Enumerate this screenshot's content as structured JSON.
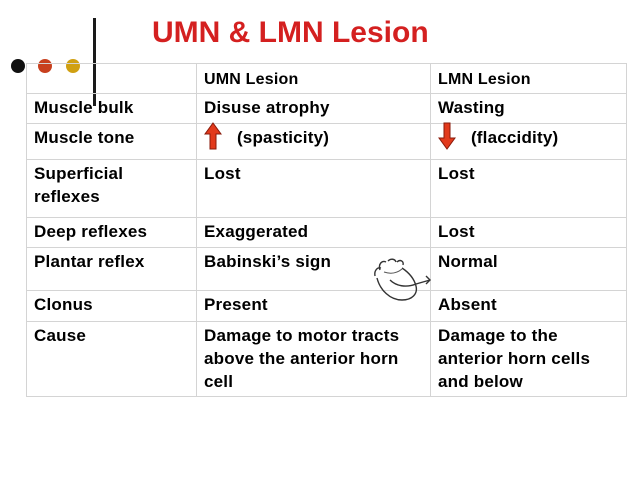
{
  "slide": {
    "title": "UMN & LMN Lesion",
    "title_color": "#d42020",
    "dot_colors": [
      "#111111",
      "#c8401e",
      "#d0a012"
    ]
  },
  "table": {
    "columns": [
      "",
      "UMN Lesion",
      "LMN Lesion"
    ],
    "rows": [
      {
        "label": "Muscle bulk",
        "umn": "Disuse atrophy",
        "lmn": "Wasting"
      },
      {
        "label": "Muscle tone",
        "umn": "(spasticity)",
        "lmn": "(flaccidity)",
        "umn_icon": "up-arrow-icon",
        "lmn_icon": "down-arrow-icon",
        "arrow_color": "#e23a1c"
      },
      {
        "label": "Superficial reflexes",
        "umn": "Lost",
        "lmn": "Lost"
      },
      {
        "label": "Deep reflexes",
        "umn": "Exaggerated",
        "lmn": "Lost"
      },
      {
        "label": "Plantar reflex",
        "umn": "Babinski’s sign",
        "lmn": "Normal",
        "umn_icon": "foot-icon"
      },
      {
        "label": "Clonus",
        "umn": "Present",
        "lmn": "Absent"
      },
      {
        "label": "Cause",
        "umn": "Damage to motor tracts above the anterior horn cell",
        "lmn": "Damage to the anterior horn cells and below"
      }
    ]
  }
}
